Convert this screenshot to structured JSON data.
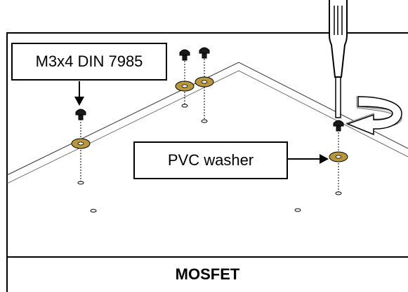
{
  "labels": {
    "screw": "M3x4 DIN 7985",
    "washer": "PVC washer"
  },
  "caption": "MOSFET",
  "colors": {
    "washer": "#b8963a",
    "screw": "#1a1a1a",
    "outline": "#000000"
  },
  "icons": {
    "tool": "screwdriver-icon",
    "direction": "rotation-arrow-icon"
  }
}
